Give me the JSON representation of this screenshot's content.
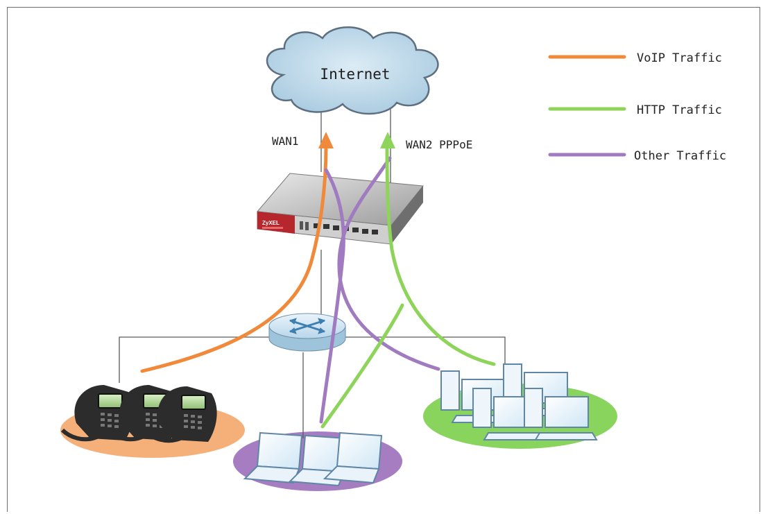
{
  "cloud": {
    "label": "Internet"
  },
  "links": {
    "wan1_label": "WAN1",
    "wan2_label": "WAN2 PPPoE"
  },
  "device": {
    "brand_label": "ZyXEL"
  },
  "legend": {
    "items": [
      {
        "label": "VoIP Traffic",
        "color": "#f08a3a"
      },
      {
        "label": "HTTP Traffic",
        "color": "#8fd45a"
      },
      {
        "label": "Other Traffic",
        "color": "#a07bc0"
      }
    ]
  },
  "colors": {
    "voip": "#f08a3a",
    "http": "#8fd45a",
    "other": "#a07bc0",
    "phones_base": "#f5b07a",
    "laptops_base": "#a57dc0",
    "pcs_base": "#89d45c",
    "cloud_fill": "#bcd7e8",
    "router_red": "#b5272c"
  },
  "icons": {
    "cloud": "internet-cloud-icon",
    "firewall": "firewall-device-icon",
    "switch": "network-switch-icon",
    "phone": "ip-phone-icon",
    "laptop": "laptop-icon",
    "desktop": "desktop-pc-icon"
  }
}
